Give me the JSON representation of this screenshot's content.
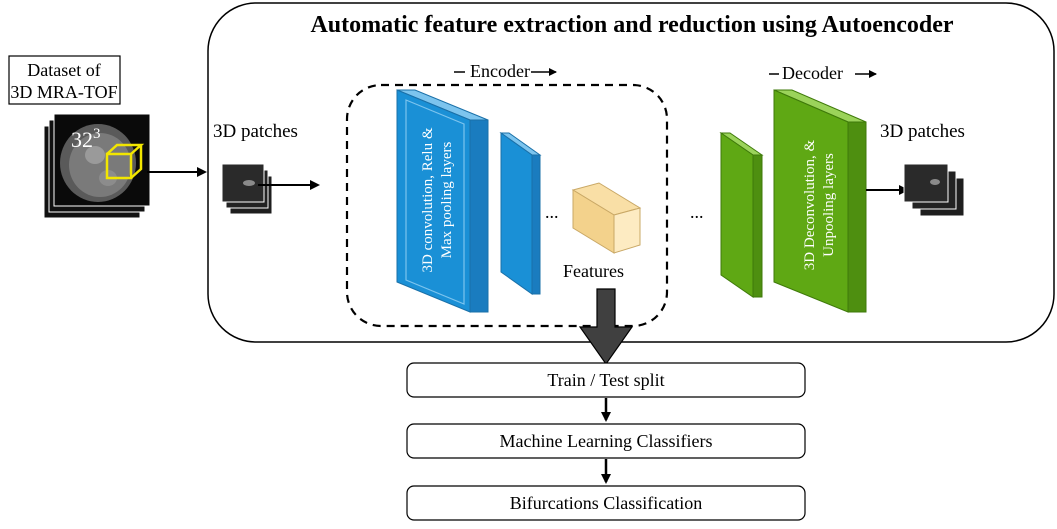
{
  "title": "Automatic feature extraction and reduction using Autoencoder",
  "dataset": {
    "line1": "Dataset of",
    "line2": "3D MRA-TOF",
    "patch_size_base": "32",
    "patch_size_exp": "3"
  },
  "input_label": "3D patches",
  "output_label": "3D patches",
  "encoder_label": "Encoder",
  "decoder_label": "Decoder",
  "encoder_block_line1": "3D convolution, Relu &",
  "encoder_block_line2": "Max pooling layers",
  "decoder_block_line1": "3D Deconvolution, &",
  "decoder_block_line2": "Unpooling layers",
  "ellipsis": "...",
  "features_label": "Features",
  "steps": [
    "Train / Test split",
    "Machine Learning Classifiers",
    "Bifurcations Classification"
  ],
  "colors": {
    "encoder_blue": "#1a90d6",
    "decoder_green": "#5fa814",
    "features_fill": "#fdebc2",
    "arrow_dark": "#404040"
  }
}
